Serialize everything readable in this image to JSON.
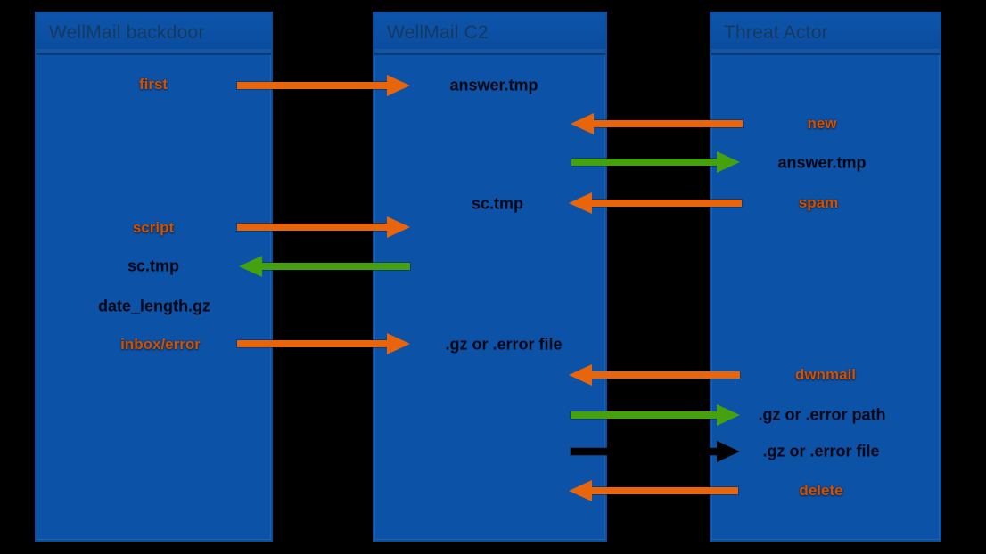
{
  "lanes": [
    {
      "title": "WellMail backdoor"
    },
    {
      "title": "WellMail C2"
    },
    {
      "title": "Threat Actor"
    }
  ],
  "labels": {
    "first": "first",
    "answer_tmp_c2": "answer.tmp",
    "new_cmd": "new",
    "answer_tmp_actor": "answer.tmp",
    "sc_tmp_c2": "sc.tmp",
    "spam": "spam",
    "script": "script",
    "sc_tmp_backdoor": "sc.tmp",
    "date_length_gz": "date_length.gz",
    "inbox_error": "inbox/error",
    "gz_error_file_c2": ".gz or .error file",
    "dwnmail": "dwnmail",
    "gz_error_path": ".gz or .error path",
    "gz_error_file_actor": ".gz or .error file",
    "delete_cmd": "delete"
  },
  "arrows": [
    {
      "name": "first-request",
      "from": "WellMail backdoor",
      "to": "WellMail C2",
      "direction": "right",
      "color": "orange",
      "label": "first / answer.tmp"
    },
    {
      "name": "new-command",
      "from": "Threat Actor",
      "to": "WellMail C2",
      "direction": "left",
      "color": "orange",
      "label": "new"
    },
    {
      "name": "answer-tmp-upload",
      "from": "WellMail C2",
      "to": "Threat Actor",
      "direction": "right",
      "color": "green",
      "label": "answer.tmp"
    },
    {
      "name": "spam-command",
      "from": "Threat Actor",
      "to": "WellMail C2",
      "direction": "left",
      "color": "orange",
      "label": "spam / sc.tmp"
    },
    {
      "name": "script-request",
      "from": "WellMail backdoor",
      "to": "WellMail C2",
      "direction": "right",
      "color": "orange",
      "label": "script"
    },
    {
      "name": "sc-tmp-download",
      "from": "WellMail C2",
      "to": "WellMail backdoor",
      "direction": "left",
      "color": "green",
      "label": "sc.tmp"
    },
    {
      "name": "inbox-error-upload",
      "from": "WellMail backdoor",
      "to": "WellMail C2",
      "direction": "right",
      "color": "orange",
      "label": "inbox/error / .gz or .error file"
    },
    {
      "name": "dwnmail-command",
      "from": "Threat Actor",
      "to": "WellMail C2",
      "direction": "left",
      "color": "orange",
      "label": "dwnmail"
    },
    {
      "name": "gz-error-path-upload",
      "from": "WellMail C2",
      "to": "Threat Actor",
      "direction": "right",
      "color": "green",
      "label": ".gz or .error path"
    },
    {
      "name": "gz-error-file-transfer",
      "from": "WellMail C2",
      "to": "Threat Actor",
      "direction": "right",
      "color": "black",
      "label": ".gz or .error file"
    },
    {
      "name": "delete-command",
      "from": "Threat Actor",
      "to": "WellMail C2",
      "direction": "left",
      "color": "orange",
      "label": "delete"
    }
  ],
  "colors": {
    "background": "#000000",
    "lane_fill": "#0C52A6",
    "lane_border": "#0D4D9A",
    "header_separator": "#063B7E",
    "header_text": "#16395F",
    "label_dark": "#000714",
    "label_orange": "#CE5205",
    "arrow_orange": "#E8650C",
    "arrow_green": "#46A10F",
    "arrow_black": "#000000"
  }
}
